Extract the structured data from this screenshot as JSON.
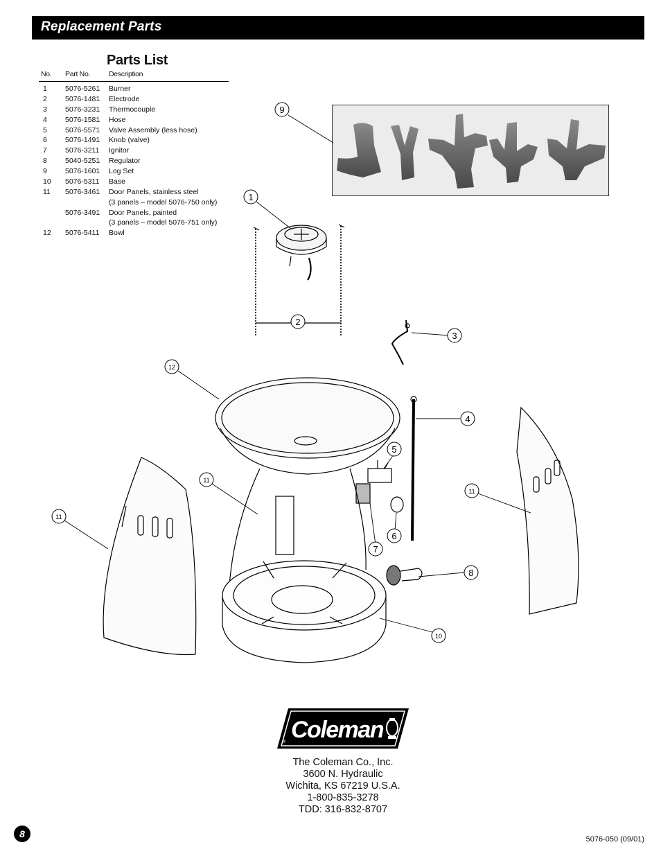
{
  "header": {
    "title": "Replacement Parts"
  },
  "parts_list": {
    "title": "Parts List",
    "columns": [
      "No.",
      "Part No.",
      "Description"
    ],
    "rows": [
      {
        "no": "1",
        "part": "5076-5261",
        "desc": "Burner",
        "sub": ""
      },
      {
        "no": "2",
        "part": "5076-1481",
        "desc": "Electrode",
        "sub": ""
      },
      {
        "no": "3",
        "part": "5076-3231",
        "desc": "Thermocouple",
        "sub": ""
      },
      {
        "no": "4",
        "part": "5076-1581",
        "desc": "Hose",
        "sub": ""
      },
      {
        "no": "5",
        "part": "5076-5571",
        "desc": "Valve Assembly (less hose)",
        "sub": ""
      },
      {
        "no": "6",
        "part": "5076-1491",
        "desc": "Knob (valve)",
        "sub": ""
      },
      {
        "no": "7",
        "part": "5076-3211",
        "desc": "Ignitor",
        "sub": ""
      },
      {
        "no": "8",
        "part": "5040-5251",
        "desc": "Regulator",
        "sub": ""
      },
      {
        "no": "9",
        "part": "5076-1601",
        "desc": "Log Set",
        "sub": ""
      },
      {
        "no": "10",
        "part": "5076-5311",
        "desc": "Base",
        "sub": ""
      },
      {
        "no": "11",
        "part": "5076-3461",
        "desc": "Door Panels, stainless steel",
        "sub": "(3 panels – model 5076-750 only)"
      },
      {
        "no": "",
        "part": "5076-3491",
        "desc": "Door Panels, painted",
        "sub": "(3 panels – model 5076-751 only)"
      },
      {
        "no": "12",
        "part": "5076-5411",
        "desc": "Bowl",
        "sub": ""
      }
    ]
  },
  "callouts": [
    "9",
    "1",
    "2",
    "3",
    "12",
    "4",
    "5",
    "11",
    "11",
    "11",
    "6",
    "7",
    "8",
    "10"
  ],
  "logo": {
    "brand": "Coleman",
    "registered_mark": "®"
  },
  "address": {
    "company": "The Coleman Co., Inc.",
    "street": "3600 N. Hydraulic",
    "city": "Wichita, KS 67219 U.S.A.",
    "phone": "1-800-835-3278",
    "tdd": "TDD: 316-832-8707"
  },
  "footer": {
    "page_number": "8",
    "doc_code": "5076-050 (09/01)"
  },
  "colors": {
    "header_bg": "#000000",
    "header_text": "#ffffff",
    "photo_bg": "#eeeeee"
  }
}
